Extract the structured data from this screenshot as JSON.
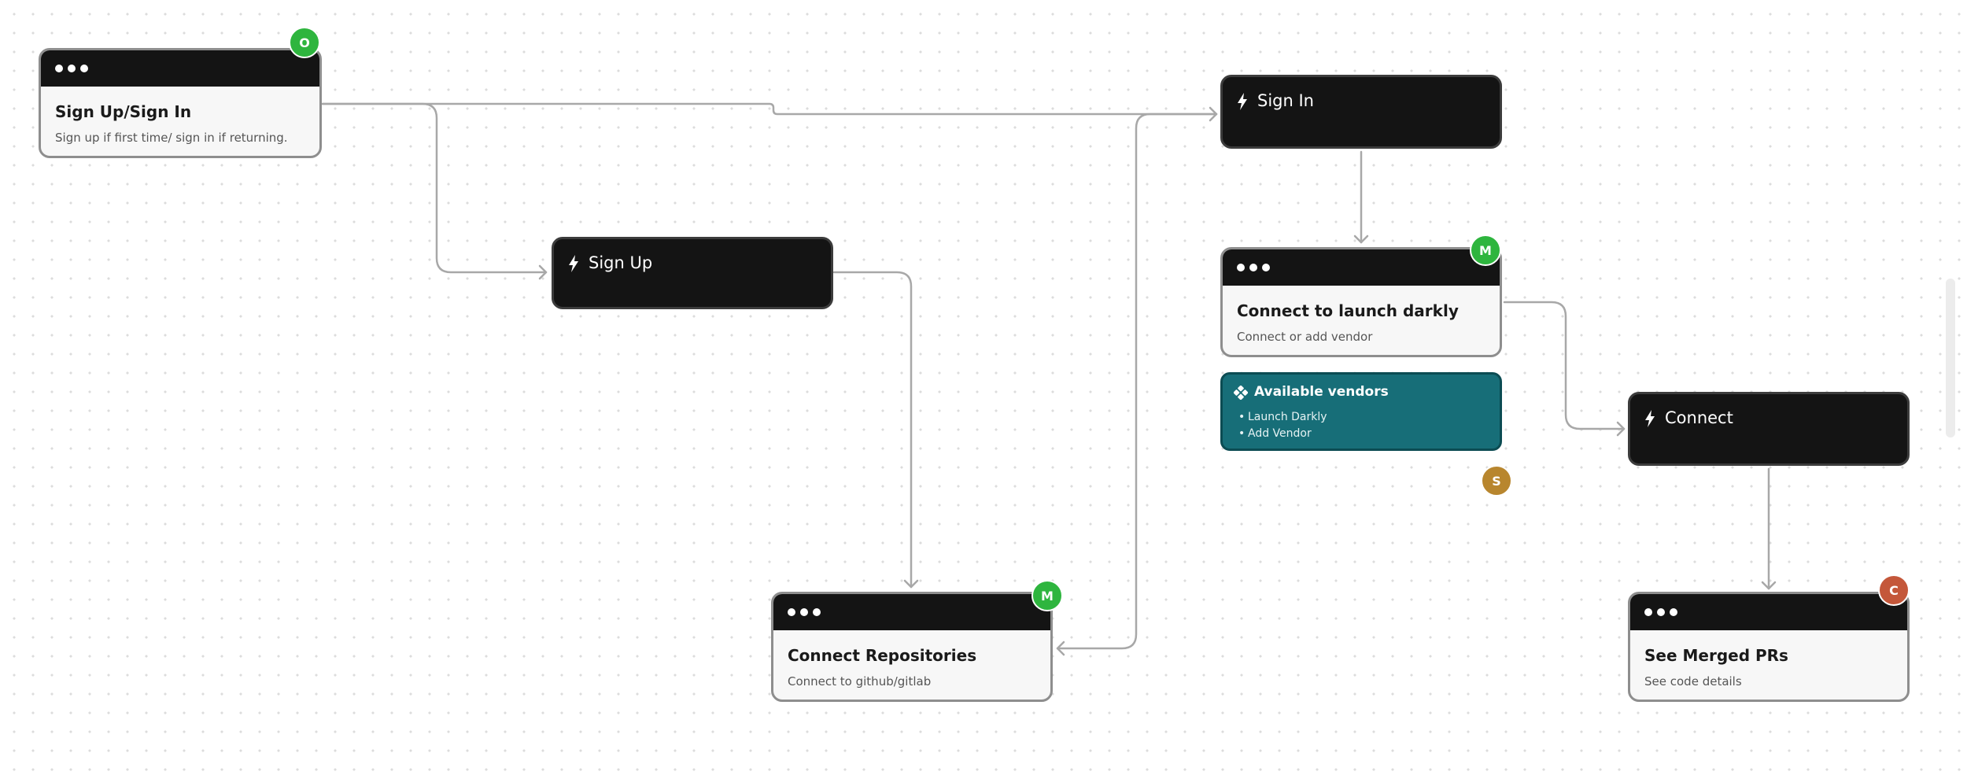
{
  "colors": {
    "node_dark": "#141414",
    "node_light": "#f7f7f7",
    "edge": "#a8a8a8",
    "info_teal": "#176e78"
  },
  "nodes": {
    "signup_signin": {
      "title": "Sign Up/Sign In",
      "subtitle": "Sign up if first time/ sign in if returning."
    },
    "signin_action": {
      "label": "Sign In"
    },
    "signup_action": {
      "label": "Sign Up"
    },
    "connect_launch_darkly": {
      "title": "Connect to launch darkly",
      "subtitle": "Connect or add vendor"
    },
    "available_vendors": {
      "title": "Available vendors",
      "items": [
        "Launch Darkly",
        "Add Vendor"
      ]
    },
    "connect_action": {
      "label": "Connect"
    },
    "connect_repositories": {
      "title": "Connect Repositories",
      "subtitle": "Connect to github/gitlab"
    },
    "see_merged_prs": {
      "title": "See Merged PRs",
      "subtitle": "See code details"
    }
  },
  "avatars": [
    {
      "initial": "O",
      "color": "#2eb53e"
    },
    {
      "initial": "M",
      "color": "#2eb53e"
    },
    {
      "initial": "S",
      "color": "#b8862e"
    },
    {
      "initial": "M",
      "color": "#2eb53e"
    },
    {
      "initial": "C",
      "color": "#c4573a"
    }
  ]
}
